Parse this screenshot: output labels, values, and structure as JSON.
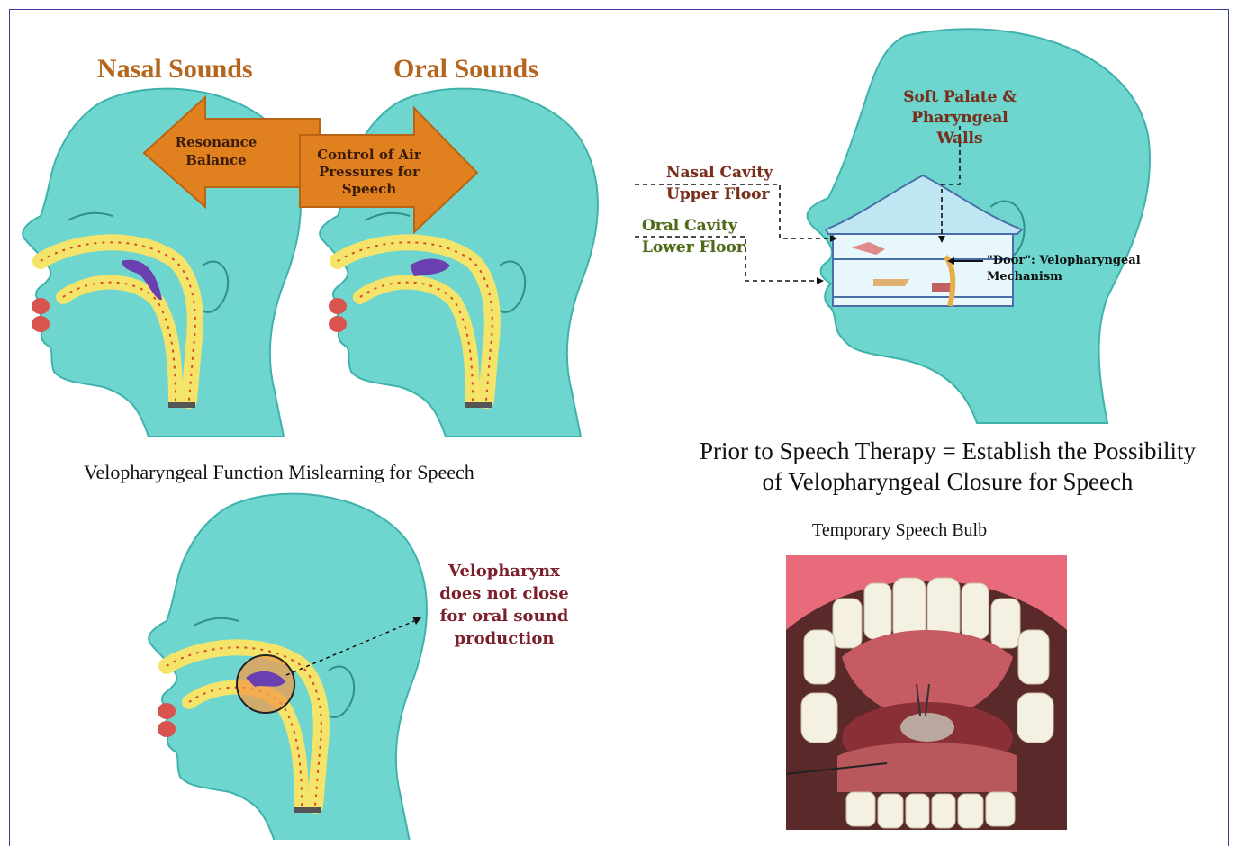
{
  "headings": {
    "nasal": "Nasal Sounds",
    "oral": "Oral Sounds"
  },
  "arrows": {
    "left": "Resonance Balance",
    "right": "Control of Air Pressures for Speech"
  },
  "house_diagram": {
    "soft_palate": "Soft Palate & Pharyngeal Walls",
    "nasal_cavity": "Nasal Cavity",
    "upper_floor": "Upper Floor",
    "oral_cavity": "Oral Cavity",
    "lower_floor": "Lower Floor",
    "door": "\"Door\": Velopharyngeal Mechanism"
  },
  "captions": {
    "mislearning": "Velopharyngeal Function Mislearning for Speech",
    "prior_line1": "Prior to Speech Therapy = Establish the Possibility",
    "prior_line2": "of Velopharyngeal Closure for Speech",
    "bulb": "Temporary Speech Bulb"
  },
  "velopharynx_note": "Velopharynx does not close for oral sound production",
  "colors": {
    "head": "#6fd6cf",
    "head_dark": "#3fb2ab",
    "arrow": "#e0801f",
    "heading": "#b5651d",
    "nasal_label": "#7a2e1a",
    "oral_label": "#4e6b14",
    "velo_note": "#7a1f2b",
    "frame": "#3a3aa0"
  },
  "icons": [
    "head-silhouette",
    "house-icon",
    "mouth-photo"
  ]
}
